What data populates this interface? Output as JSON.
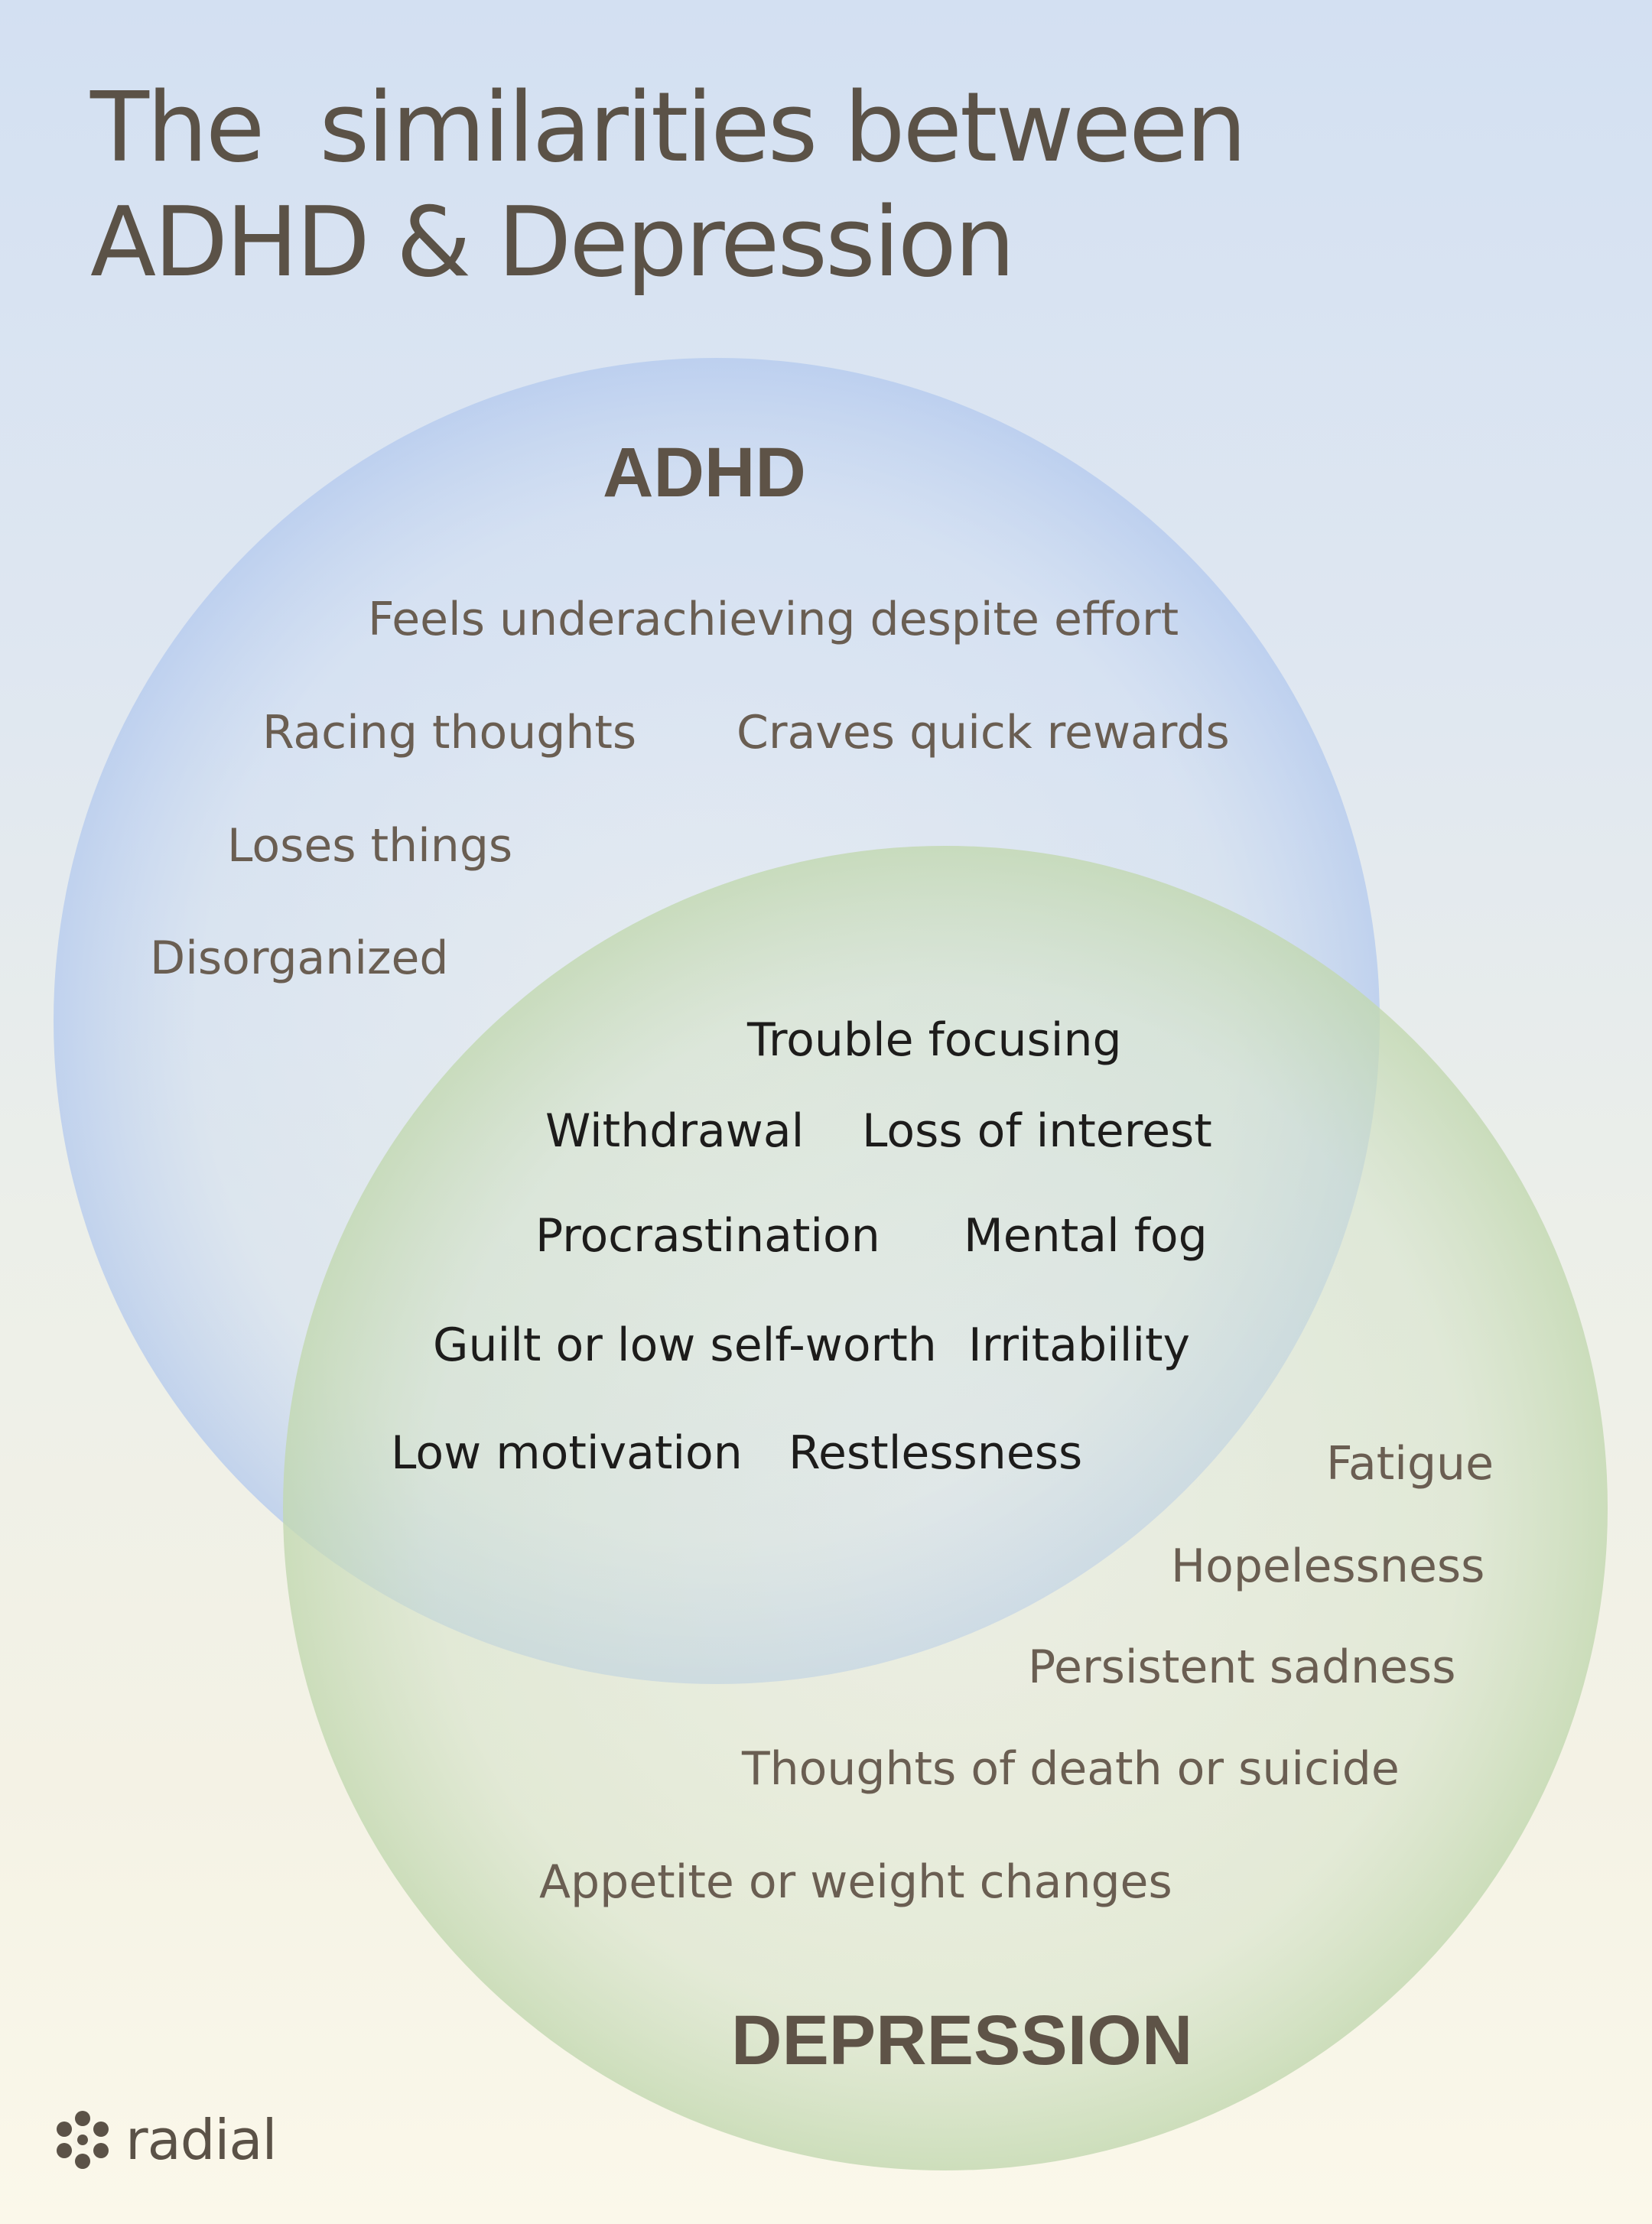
{
  "title": {
    "line1": "The  similarities between",
    "line2": "ADHD & Depression"
  },
  "sets": {
    "adhd": {
      "label": "ADHD",
      "color": "#b8cdee",
      "items": [
        "Feels underachieving despite effort",
        "Racing thoughts",
        "Craves quick rewards",
        "Loses things",
        "Disorganized"
      ]
    },
    "depression": {
      "label": "DEPRESSION",
      "color": "#c9dbbb",
      "items": [
        "Fatigue",
        "Hopelessness",
        "Persistent sadness",
        "Thoughts of death or suicide",
        "Appetite or weight changes"
      ]
    },
    "shared": {
      "items": [
        "Trouble focusing",
        "Withdrawal",
        "Loss of interest",
        "Procrastination",
        "Mental fog",
        "Guilt or low self-worth",
        "Irritability",
        "Low motivation",
        "Restlessness"
      ]
    }
  },
  "brand": {
    "name": "radial",
    "icon": "flower-logo-icon"
  }
}
